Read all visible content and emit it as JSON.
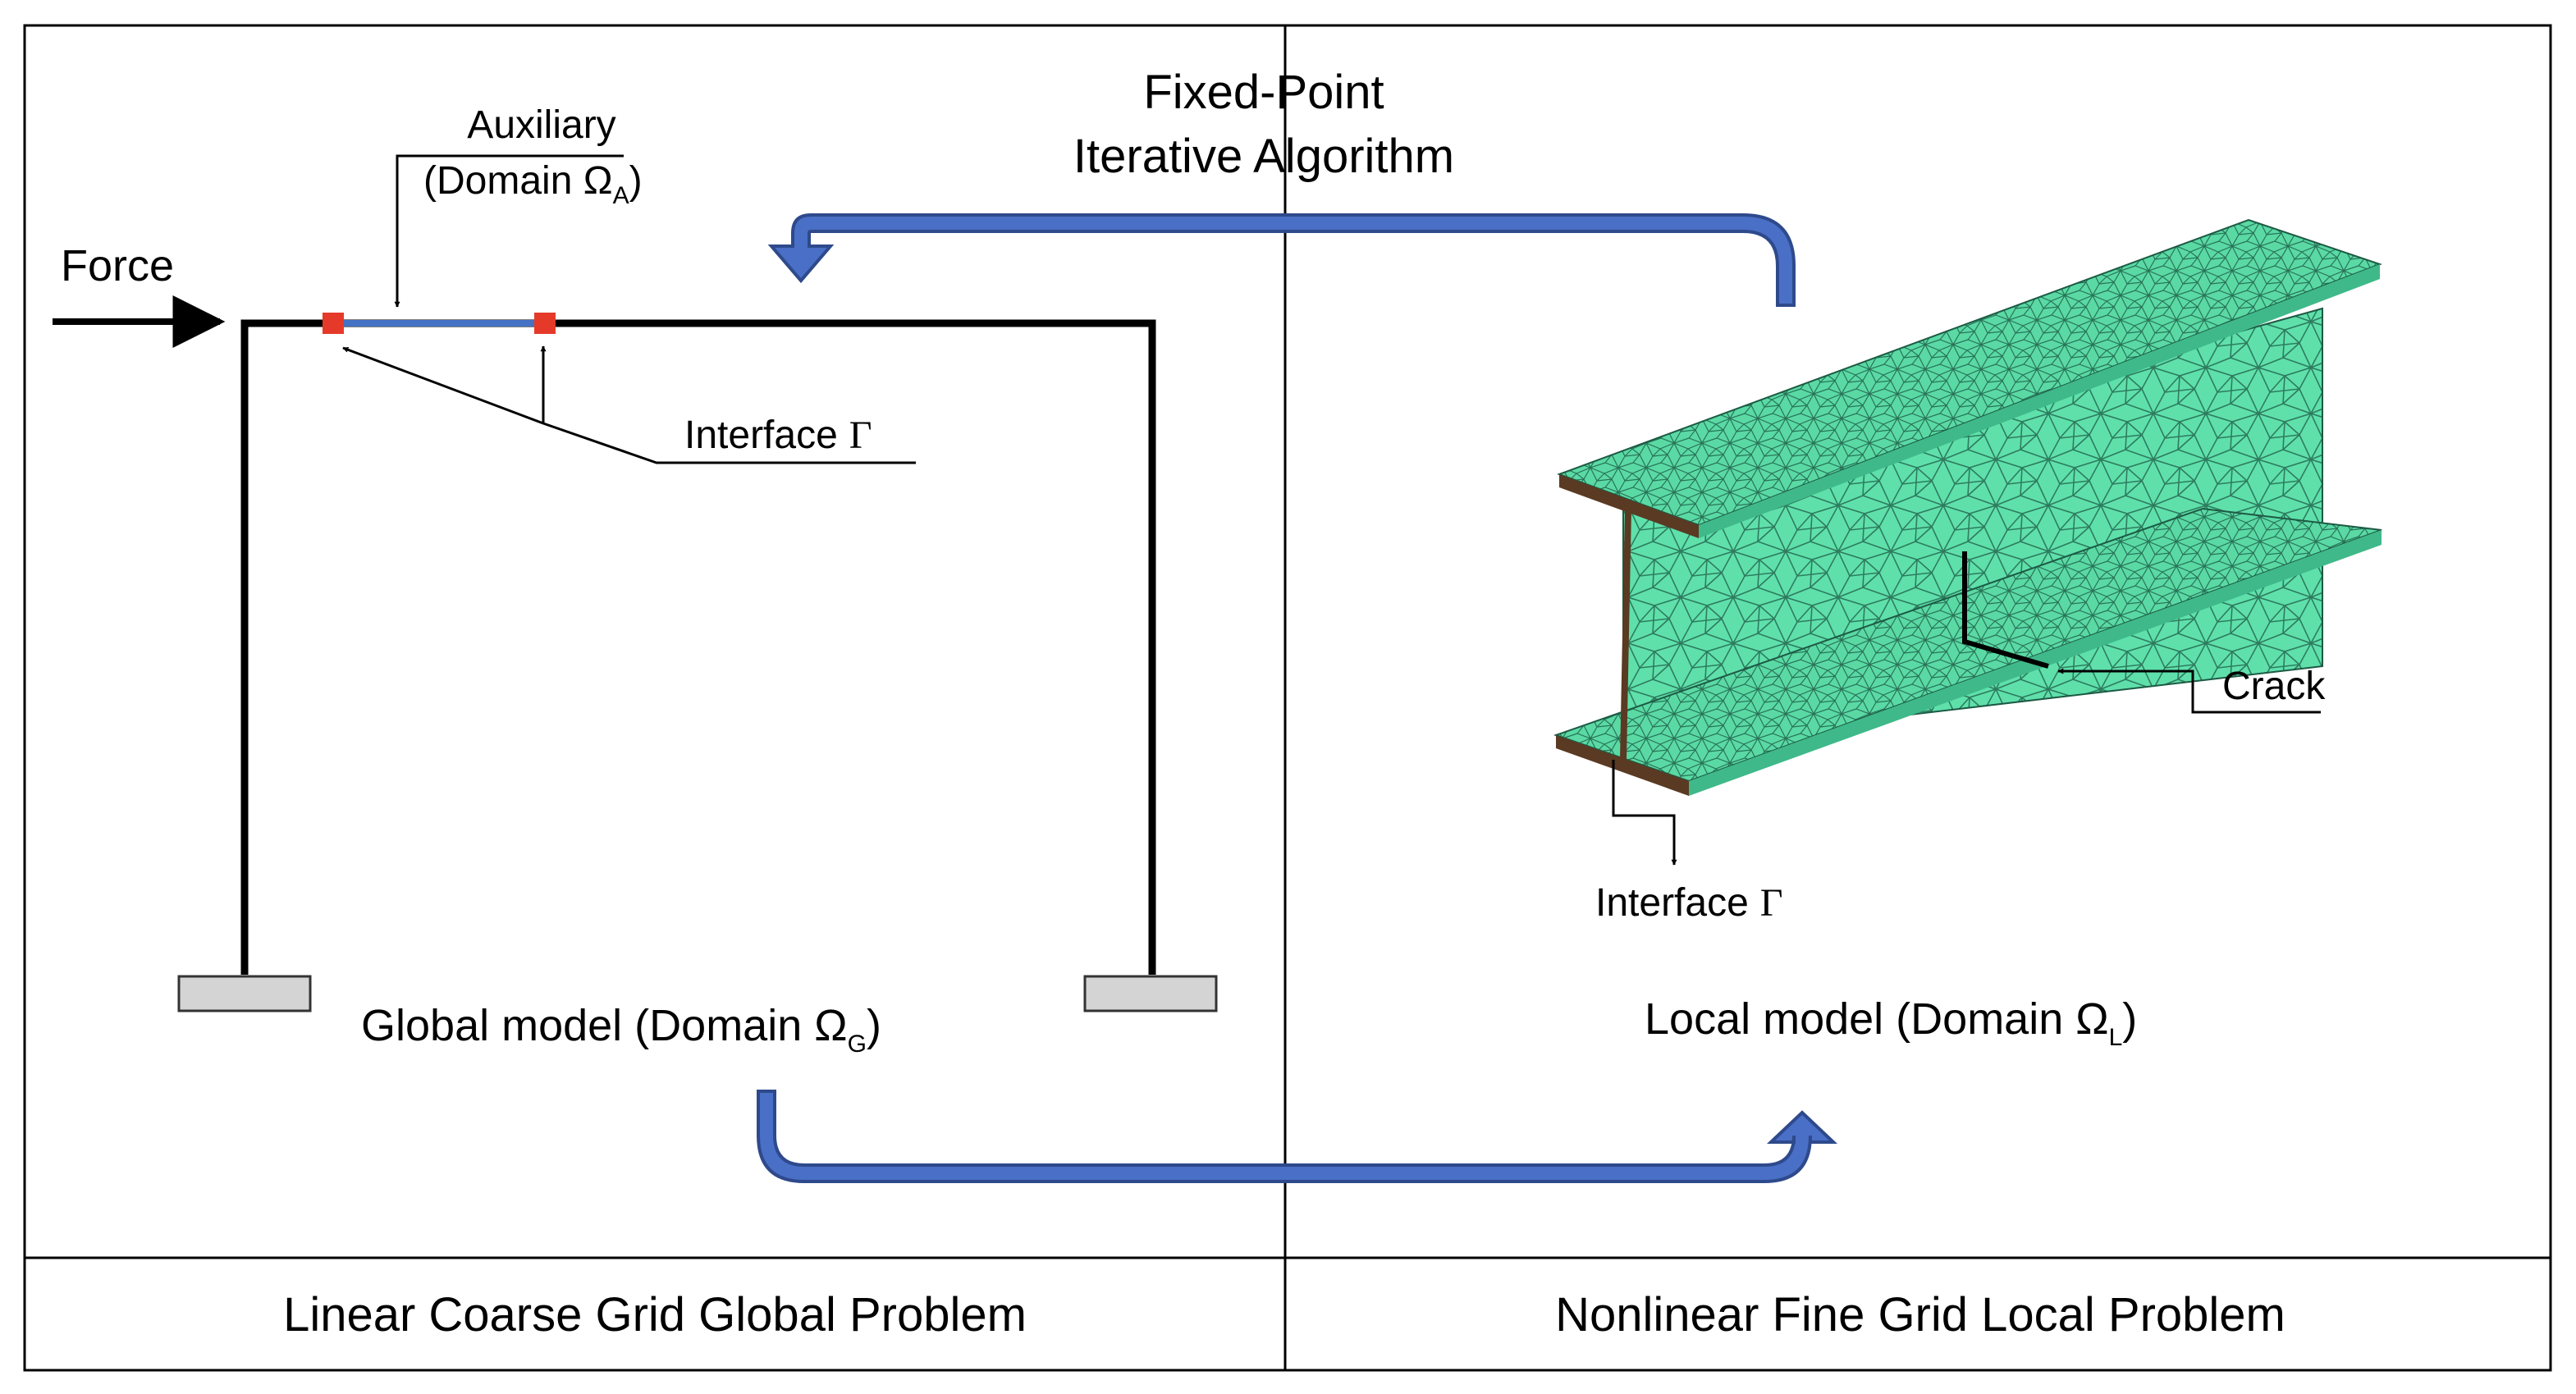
{
  "header": {
    "algorithm_line1": "Fixed-Point",
    "algorithm_line2": "Iterative Algorithm"
  },
  "global": {
    "force_label": "Force",
    "auxiliary_label": "Auxiliary",
    "auxiliary_domain_prefix": "(Domain Ω",
    "auxiliary_domain_sub": "A",
    "auxiliary_domain_suffix": ")",
    "interface_text": "Interface",
    "interface_symbol": "Γ",
    "model_prefix": "Global model (Domain Ω",
    "model_sub": "G",
    "model_suffix": ")",
    "problem_label": "Linear Coarse Grid Global Problem"
  },
  "local": {
    "crack_label": "Crack",
    "interface_text": "Interface",
    "interface_symbol": "Γ",
    "model_prefix": "Local model (Domain Ω",
    "model_sub": "L",
    "model_suffix": ")",
    "problem_label": "Nonlinear Fine Grid Local Problem"
  },
  "colors": {
    "flow_arrow_fill": "#4a6fc6",
    "flow_arrow_stroke": "#2e4a8c",
    "auxiliary_segment": "#4472c4",
    "interface_node": "#e53a2a",
    "mesh_web": "#5fe0ab",
    "mesh_flange": "#5ad9a4",
    "mesh_edge": "#5a3a22",
    "support_fill": "#d4d4d4"
  }
}
